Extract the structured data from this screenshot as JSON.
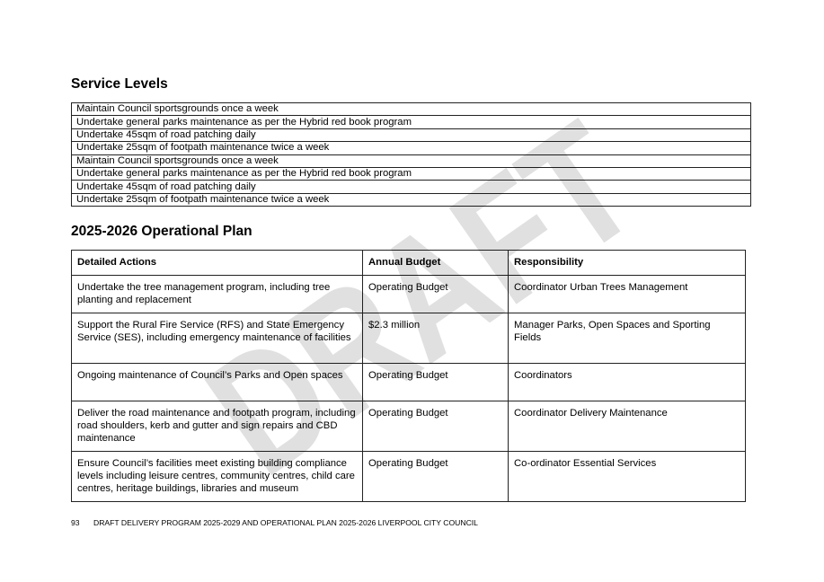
{
  "service_levels": {
    "title": "Service Levels",
    "rows": [
      "Maintain Council sportsgrounds once a week",
      "Undertake general parks maintenance as per the Hybrid red book program",
      "Undertake 45sqm of road patching daily",
      "Undertake 25sqm of footpath maintenance twice a week",
      "Maintain Council sportsgrounds once a week",
      "Undertake general parks maintenance as per the Hybrid red book program",
      "Undertake 45sqm of road patching daily",
      "Undertake 25sqm of footpath maintenance twice a week"
    ]
  },
  "operational_plan": {
    "title": "2025-2026 Operational Plan",
    "headers": [
      "Detailed Actions",
      "Annual Budget",
      "Responsibility"
    ],
    "rows": [
      {
        "action": "Undertake the tree management program, including tree planting and replacement",
        "budget": "Operating Budget",
        "responsibility": "Coordinator Urban Trees Management"
      },
      {
        "action": "Support the Rural Fire Service (RFS) and State Emergency Service (SES), including emergency maintenance of facilities",
        "budget": "$2.3 million",
        "responsibility": "Manager Parks, Open Spaces and Sporting Fields"
      },
      {
        "action": "Ongoing maintenance of Council’s Parks and Open spaces",
        "budget": "Operating Budget",
        "responsibility": "Coordinators"
      },
      {
        "action": "Deliver the road maintenance and footpath program, including road shoulders, kerb and gutter and sign repairs and CBD maintenance",
        "budget": "Operating Budget",
        "responsibility": "Coordinator Delivery Maintenance"
      },
      {
        "action": "Ensure Council’s facilities meet existing building compliance levels including leisure centres, community centres, child care centres, heritage buildings, libraries and museum",
        "budget": "Operating Budget",
        "responsibility": "Co-ordinator Essential Services"
      }
    ]
  },
  "watermark": {
    "text": "DRAFT",
    "color": "#000000"
  },
  "footer": {
    "page_number": "93",
    "text": "DRAFT DELIVERY PROGRAM 2025-2029 AND OPERATIONAL PLAN 2025-2026 LIVERPOOL CITY COUNCIL"
  }
}
